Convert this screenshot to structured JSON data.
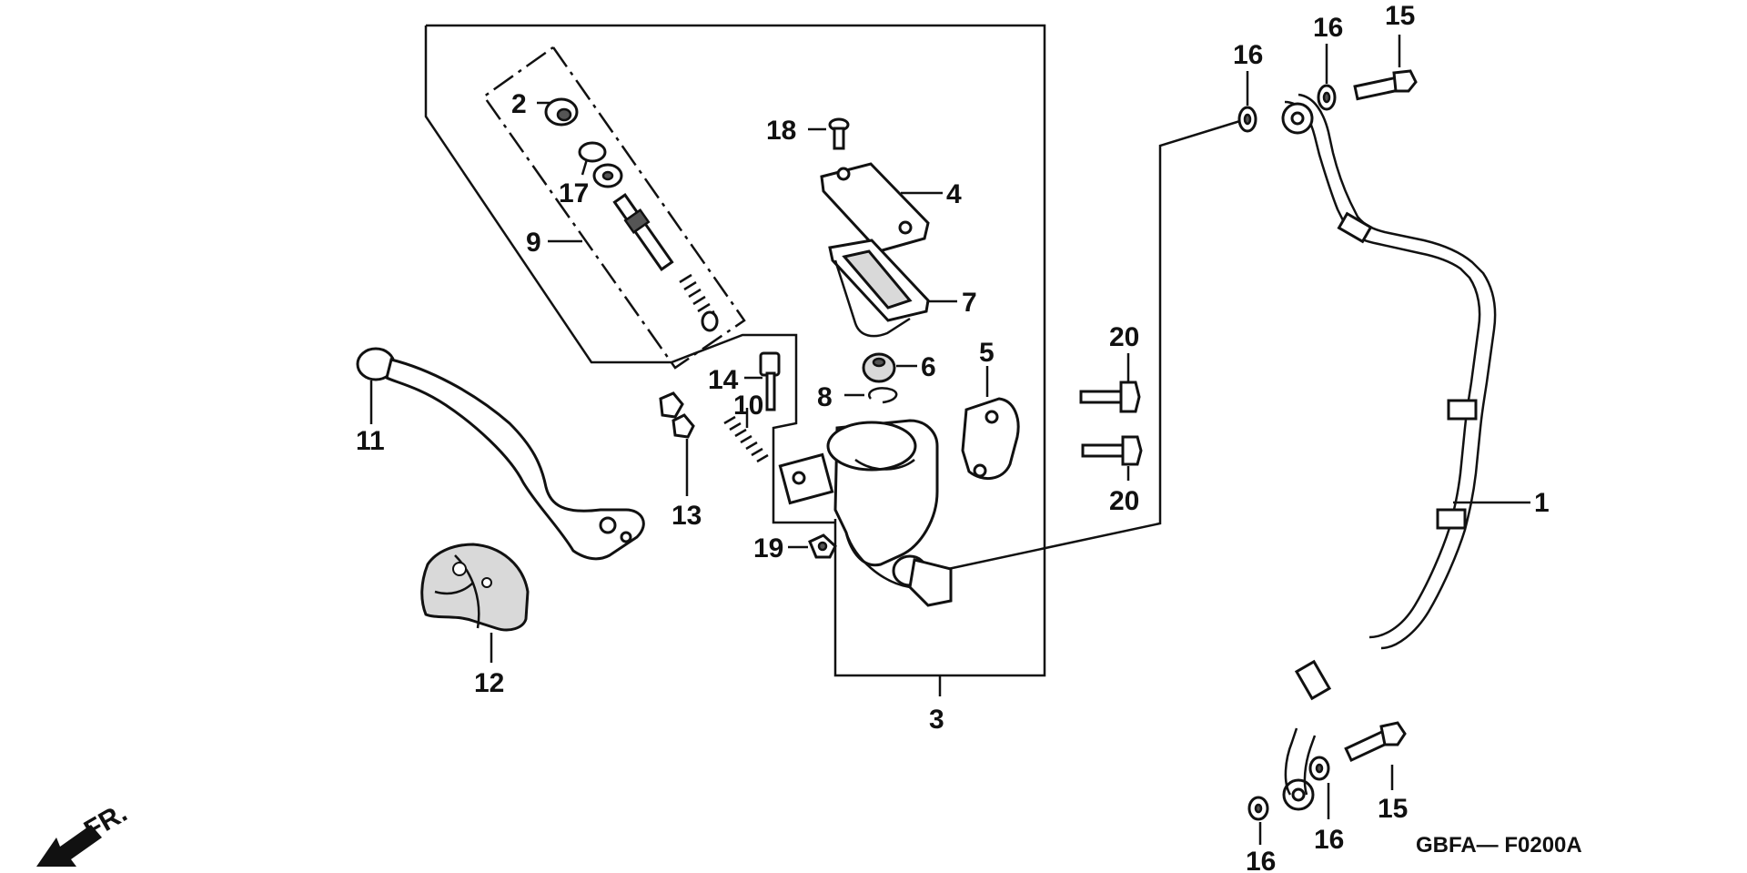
{
  "diagram": {
    "callouts": {
      "n1": "1",
      "n2": "2",
      "n3": "3",
      "n4": "4",
      "n5": "5",
      "n6": "6",
      "n7": "7",
      "n8": "8",
      "n9": "9",
      "n10": "10",
      "n11": "11",
      "n12": "12",
      "n13": "13",
      "n14": "14",
      "n15a": "15",
      "n15b": "15",
      "n16a": "16",
      "n16b": "16",
      "n16c": "16",
      "n16d": "16",
      "n17": "17",
      "n18": "18",
      "n19": "19",
      "n20a": "20",
      "n20b": "20"
    },
    "direction_label": "FR.",
    "figure_code": "GBFA— F0200A"
  }
}
